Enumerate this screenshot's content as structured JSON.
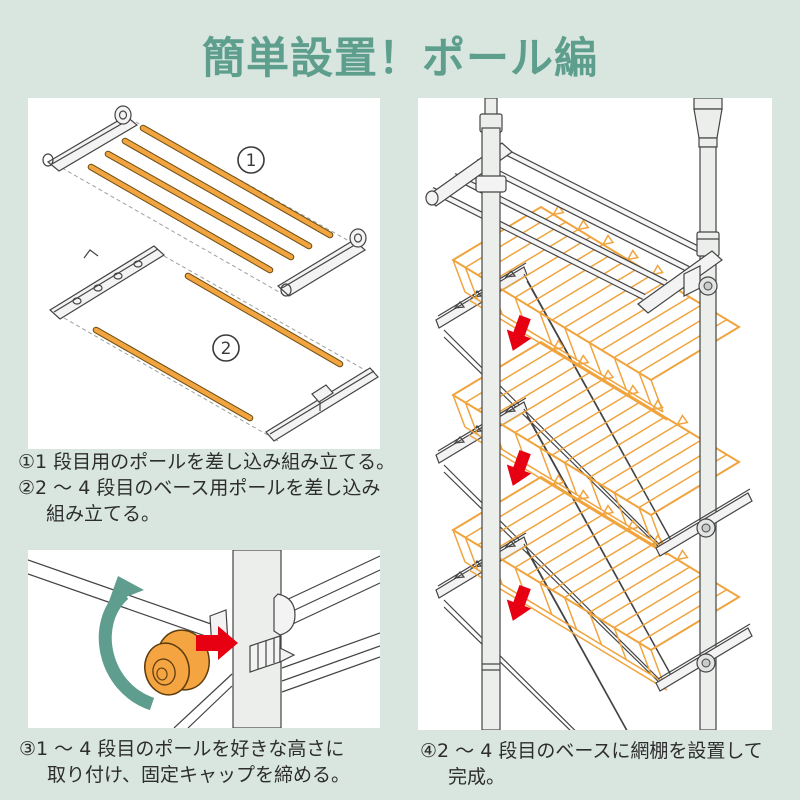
{
  "title": {
    "text": "簡単設置！ポール編"
  },
  "steps": {
    "step12": {
      "lines": [
        "①1 段目用のポールを差し込み組み立てる。",
        "②2 〜 4 段目のベース用ポールを差し込み",
        "組み立てる。"
      ]
    },
    "step3": {
      "lines": [
        "③1 〜 4 段目のポールを好きな高さに",
        "取り付け、固定キャップを締める。"
      ]
    },
    "step4": {
      "lines": [
        "④2 〜 4 段目のベースに網棚を設置して",
        "完成。"
      ]
    }
  },
  "diagram_labels": {
    "part1": "1",
    "part2": "2"
  },
  "colors": {
    "background": "#d9e6e0",
    "panel": "#ffffff",
    "title_teal": "#5d9e8d",
    "pole_orange": "#f1a43f",
    "wire_orange": "#f0a43e",
    "arrow_red": "#e60012",
    "rotate_teal": "#5f9d8e",
    "line_art": "#444444",
    "text": "#2d2d2d"
  }
}
